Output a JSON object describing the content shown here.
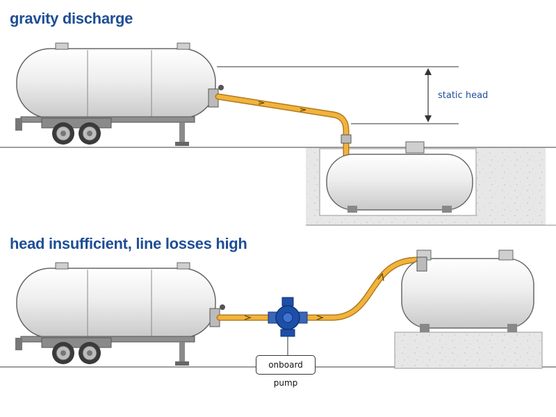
{
  "sections": {
    "gravity": {
      "title": "gravity discharge"
    },
    "pumped": {
      "title": "head insufficient, line losses high"
    }
  },
  "labels": {
    "static_head": "static head",
    "pump": "onboard pump"
  },
  "colors": {
    "title": "#1f4e96",
    "hose": "#f2b33d",
    "hose_outline": "#b07a1c",
    "pump": "#1d4fa8",
    "tank_fill": "#ececec",
    "ground": "#e6e6e6"
  },
  "icons": {
    "flow": "flow-arrow-icon",
    "valve": "valve-icon",
    "pump": "pump-icon"
  }
}
